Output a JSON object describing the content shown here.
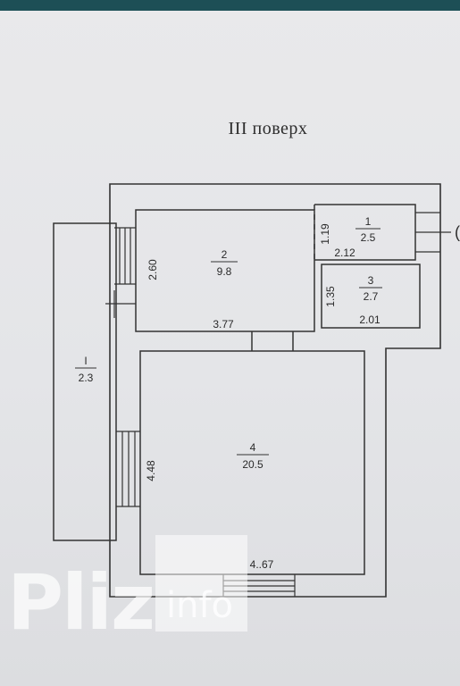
{
  "floor_title": "ІІІ поверх",
  "rooms": [
    {
      "id": "1",
      "area": "2.5"
    },
    {
      "id": "2",
      "area": "9.8"
    },
    {
      "id": "3",
      "area": "2.7"
    },
    {
      "id": "4",
      "area": "20.5"
    },
    {
      "id": "I",
      "area": "2.3"
    }
  ],
  "dimensions": {
    "room1_height": "1.19",
    "room1_width": "2.12",
    "room2_height": "2.60",
    "room2_width": "3.77",
    "room3_height": "1.35",
    "room3_width": "2.01",
    "room4_height": "4.48",
    "room4_width": "4..67"
  },
  "watermark": {
    "brand": "Pliz",
    "suffix": "info"
  }
}
